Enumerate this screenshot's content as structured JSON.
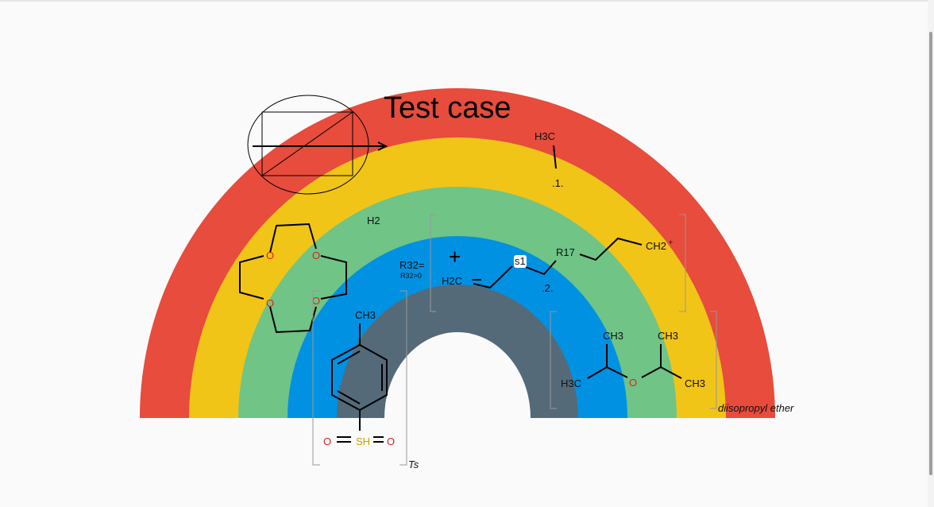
{
  "title": "Test case",
  "colors": {
    "band1": "#e74c3c",
    "band2": "#f1c418",
    "band3": "#6fc486",
    "band4": "#0091e2",
    "band5": "#546a79",
    "oxygen": "#e02020",
    "sulfur": "#c9a000"
  },
  "labels": {
    "h3c_top": "H3C",
    "frag1": ".1.",
    "frag2": ".2.",
    "h2": "H2",
    "r32": "R32=",
    "r32_sub": "R32>0",
    "plus": "+",
    "h2c": "H2C",
    "s1": "s1",
    "r17": "R17",
    "ch2": "CH2",
    "ch2_charge": "+",
    "toluene_ch3": "CH3",
    "sh": "SH",
    "o": "O",
    "ts": "Ts",
    "ether_ch3_a": "CH3",
    "ether_ch3_b": "CH3",
    "ether_h3c": "H3C",
    "ether_ch3_c": "CH3",
    "ether_name": "diisopropyl ether"
  }
}
